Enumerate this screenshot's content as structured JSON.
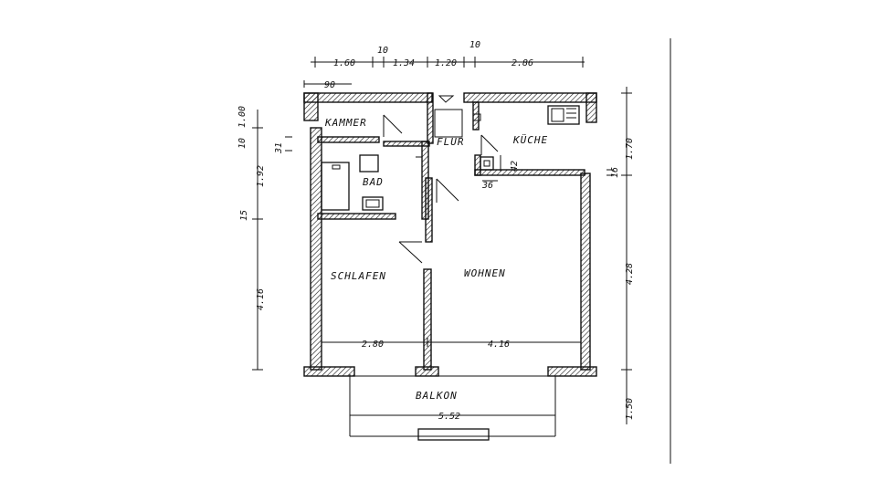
{
  "rooms": {
    "kammer": "KAMMER",
    "flur": "FLUR",
    "kueche": "KÜCHE",
    "bad": "BAD",
    "schlafen": "SCHLAFEN",
    "wohnen": "WOHNEN",
    "balkon": "BALKON"
  },
  "dimensions_top": {
    "d90": "90",
    "d160": "1.60",
    "d10a": "10",
    "d134": "1.34",
    "d120": "1.20",
    "d10b": "10",
    "d286": "2.86"
  },
  "dimensions_left": {
    "d100": "1.00",
    "d10": "10",
    "d192": "1.92",
    "d31": "31",
    "d15": "15",
    "d416": "4.16"
  },
  "dimensions_right": {
    "d170": "1.70",
    "d16": "16",
    "d428": "4.28",
    "d150": "1.50"
  },
  "dimensions_inner": {
    "d280": "2.80",
    "d416w": "4.16",
    "d552": "5.52",
    "d36": "36",
    "d42": "42"
  }
}
